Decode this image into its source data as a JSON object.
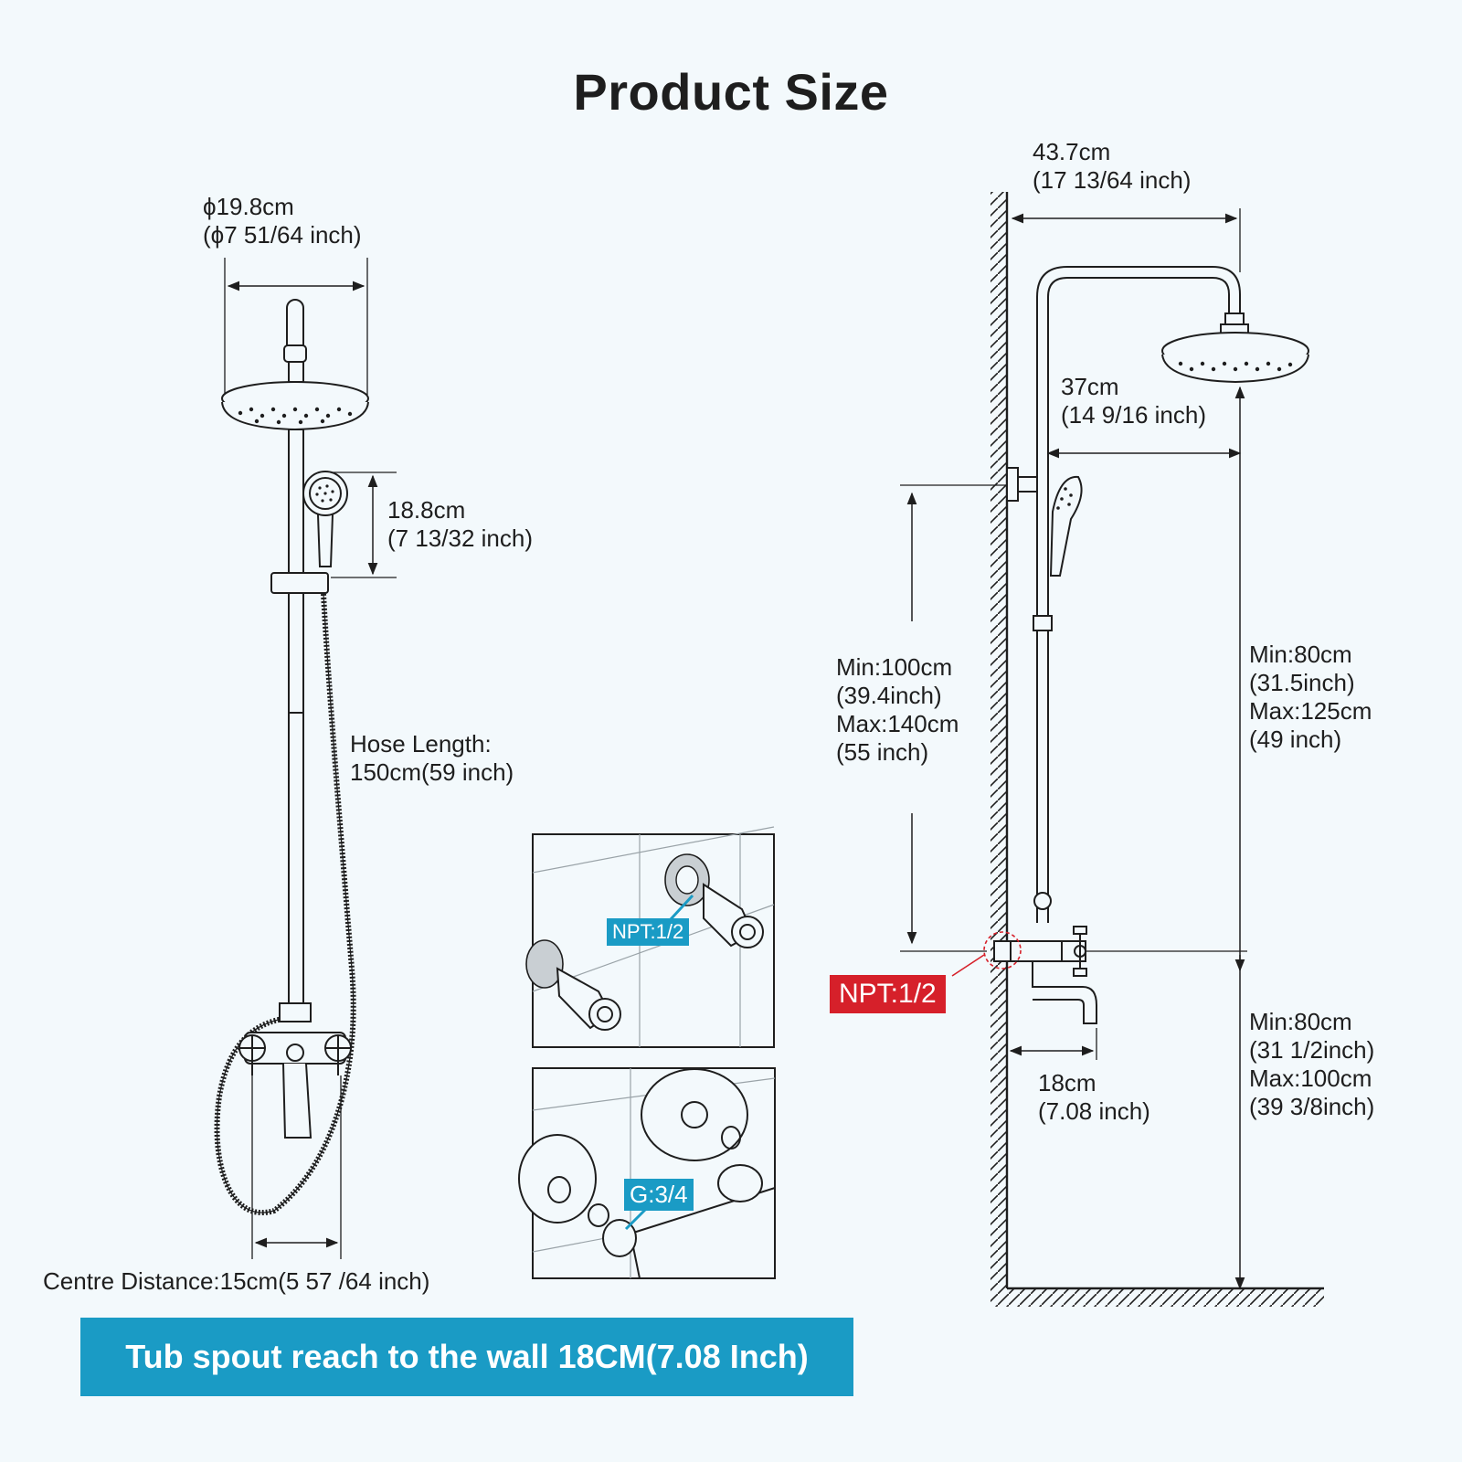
{
  "title": "Product Size",
  "left_view": {
    "head_diameter": [
      "ϕ19.8cm",
      "(ϕ7 51/64 inch)"
    ],
    "handheld_height": [
      "18.8cm",
      "(7 13/32 inch)"
    ],
    "hose_length": [
      "Hose Length:",
      "150cm(59 inch)"
    ],
    "centre_distance": "Centre Distance:15cm(5 57 /64 inch)"
  },
  "insets": {
    "npt_label": "NPT:1/2",
    "g_label": "G:3/4"
  },
  "right_view": {
    "arm_reach": [
      "43.7cm",
      "(17 13/64 inch)"
    ],
    "head_offset": [
      "37cm",
      "(14 9/16 inch)"
    ],
    "bracket_height": [
      "Min:100cm",
      "(39.4inch)",
      "Max:140cm",
      "(55 inch)"
    ],
    "head_height": [
      "Min:80cm",
      "(31.5inch)",
      "Max:125cm",
      "(49 inch)"
    ],
    "valve_height": [
      "Min:80cm",
      "(31 1/2inch)",
      "Max:100cm",
      "(39 3/8inch)"
    ],
    "spout_reach": [
      "18cm",
      "(7.08 inch)"
    ],
    "inlet_label": "NPT:1/2"
  },
  "banner": "Tub spout reach to the wall 18CM(7.08 Inch)",
  "colors": {
    "background": "#f3f9fc",
    "accent_blue": "#1a9bc5",
    "tag_red": "#d6202a",
    "line": "#1e1e1e"
  }
}
